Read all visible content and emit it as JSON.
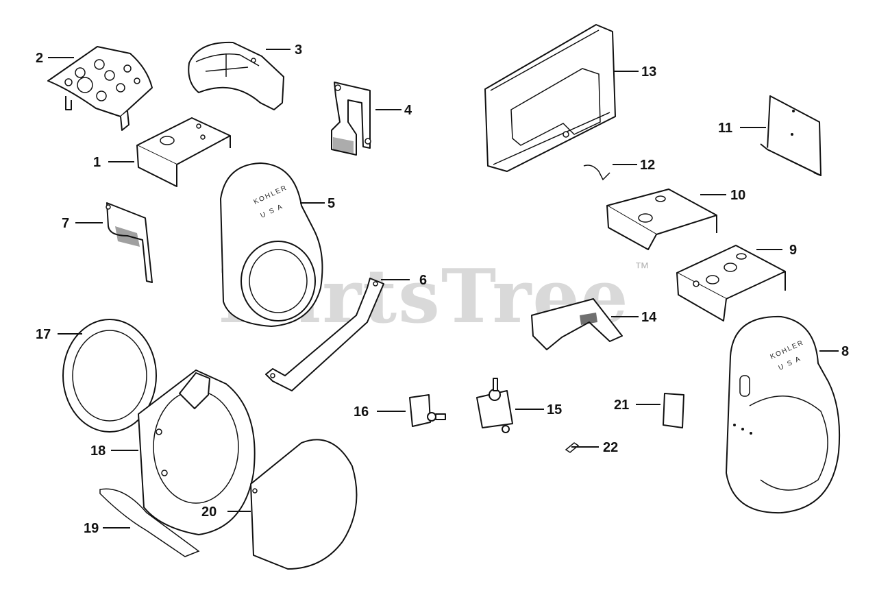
{
  "watermark": {
    "text": "PartsTree",
    "tm": "™"
  },
  "brand": {
    "line1": "KOHLER",
    "line2": "U S A"
  },
  "callouts": [
    "1",
    "2",
    "3",
    "4",
    "5",
    "6",
    "7",
    "8",
    "9",
    "10",
    "11",
    "12",
    "13",
    "14",
    "15",
    "16",
    "17",
    "18",
    "19",
    "20",
    "21",
    "22"
  ]
}
